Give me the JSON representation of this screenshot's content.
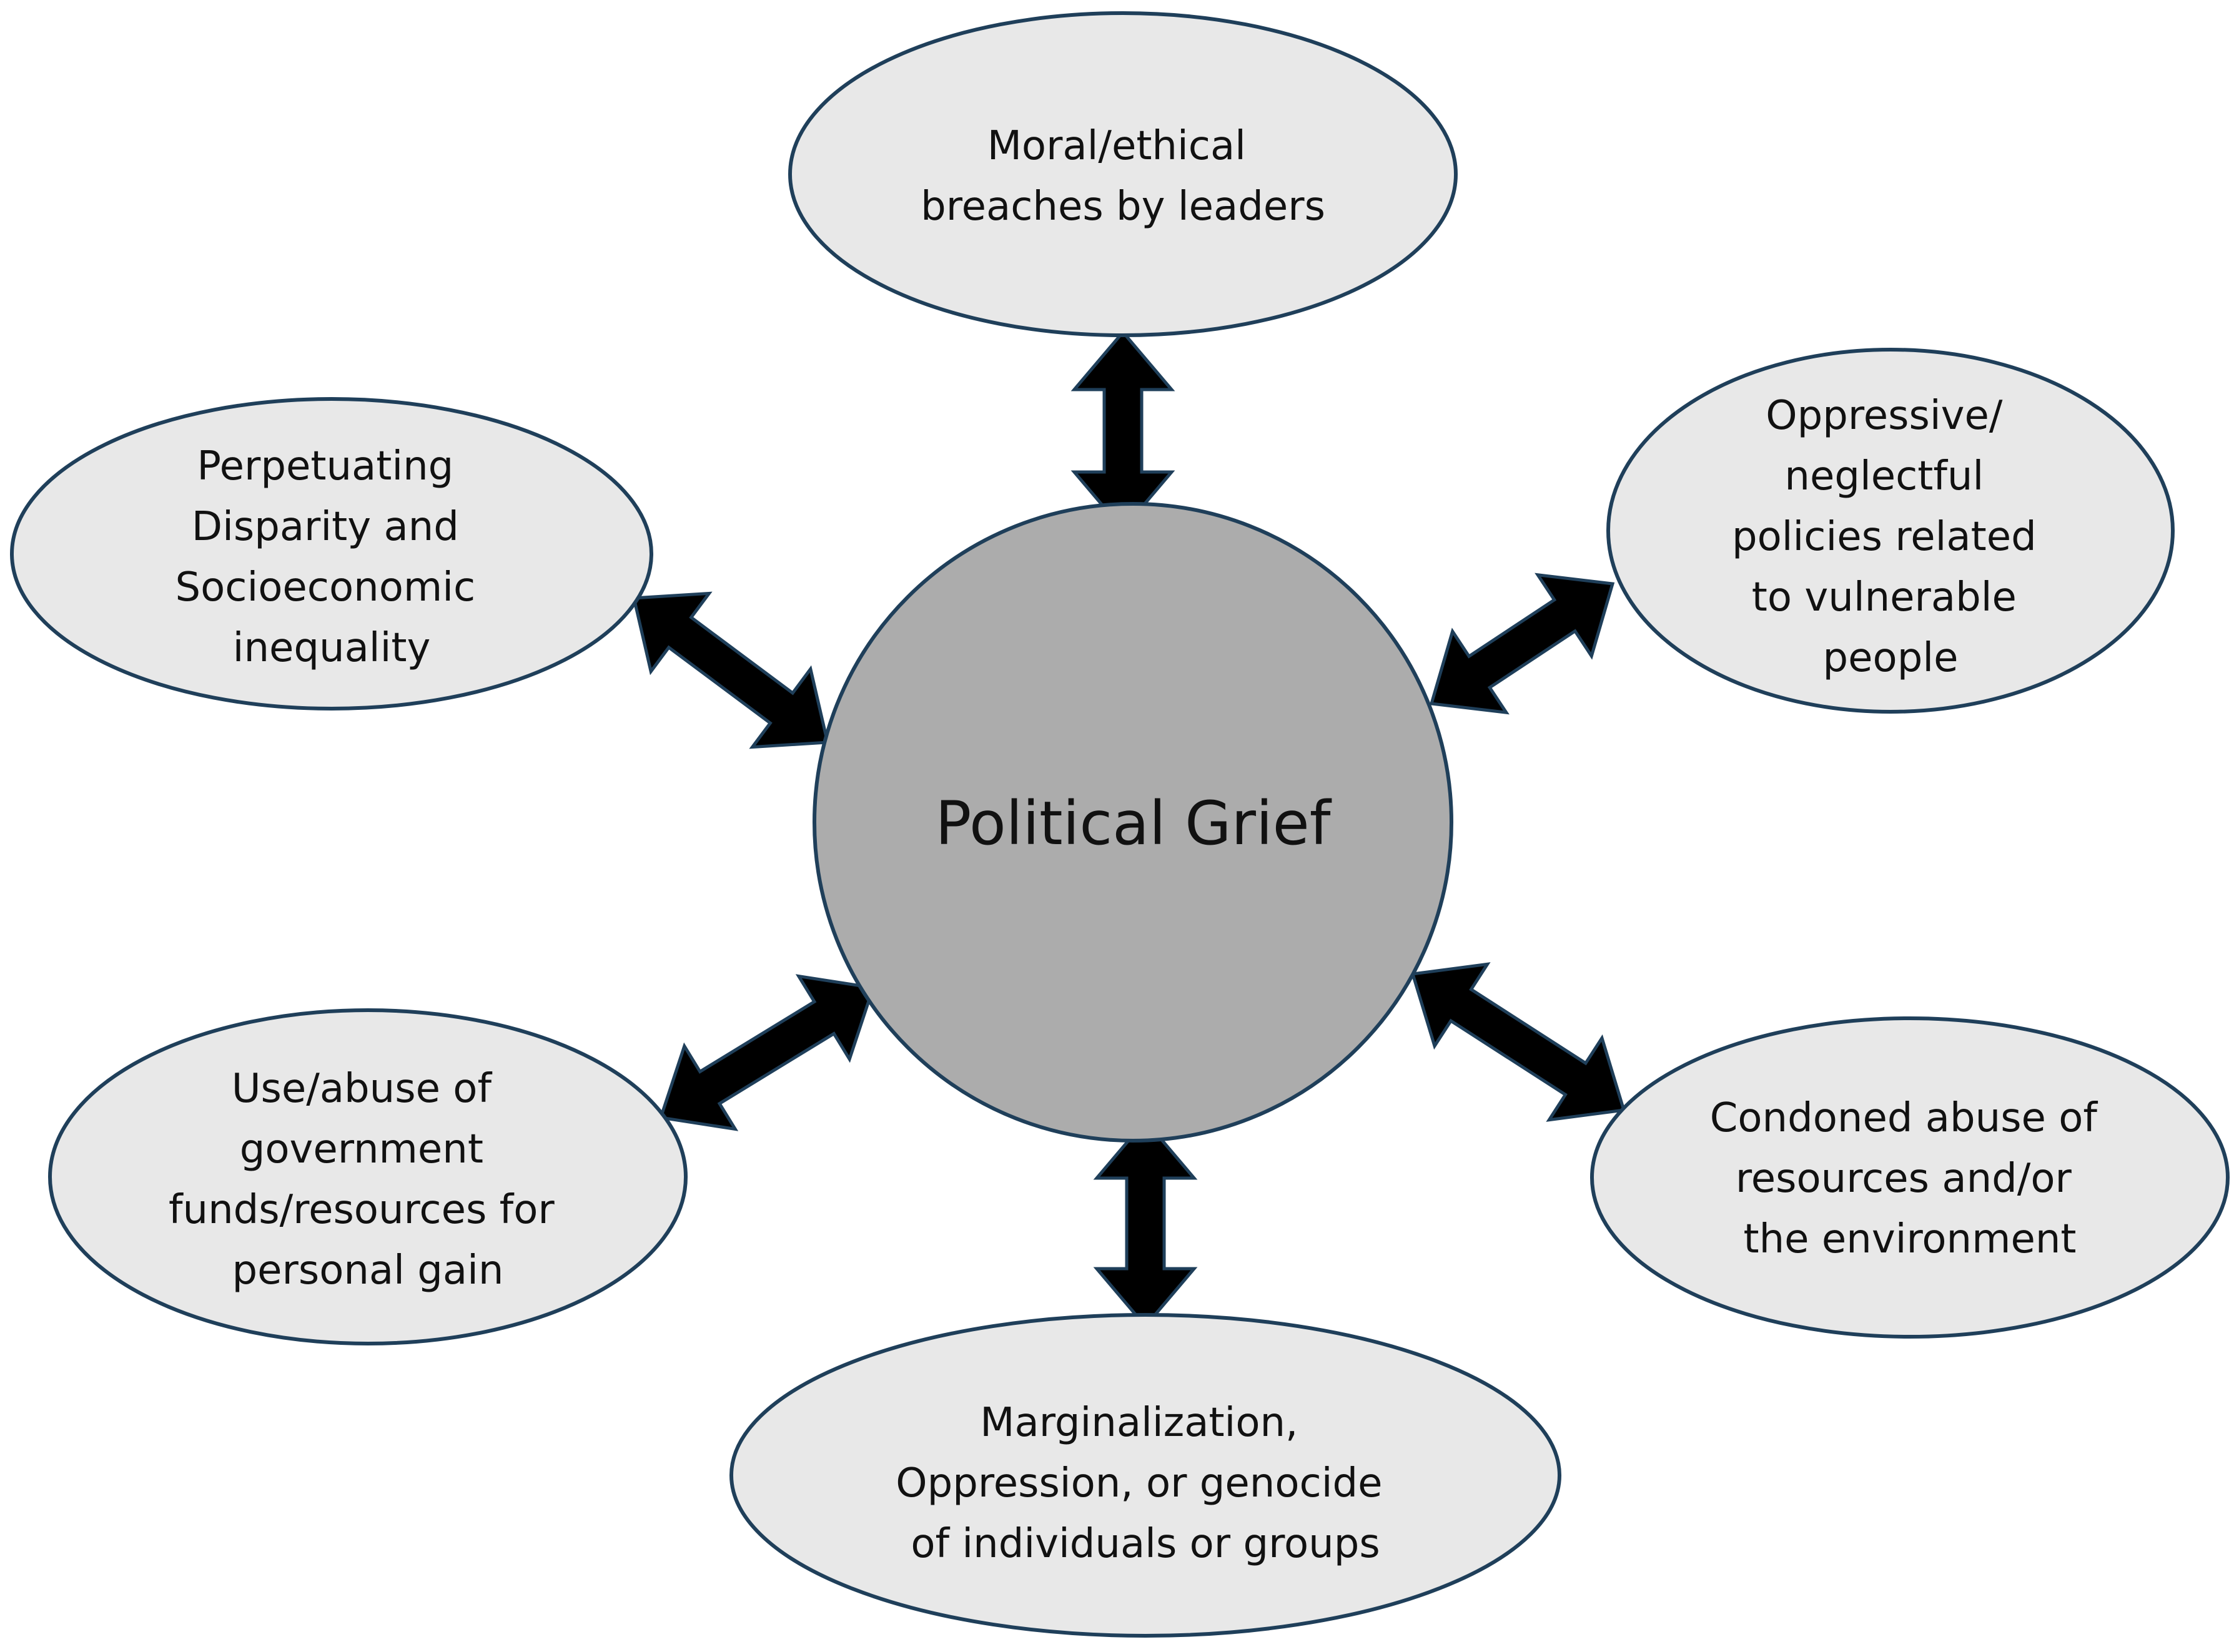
{
  "center": {
    "label": "Political Grief",
    "fill_color": "#acacac"
  },
  "colors": {
    "node_fill": "#e8e8e8",
    "outline": "#1f3f5a",
    "arrow_fill": "#000000"
  },
  "nodes": [
    {
      "lines": [
        "Moral/ethical",
        "breaches by leaders"
      ]
    },
    {
      "lines": [
        "Oppressive/",
        "neglectful",
        "policies related",
        "to vulnerable",
        "people"
      ]
    },
    {
      "lines": [
        "Condoned abuse of",
        "resources and/or",
        "the environment"
      ]
    },
    {
      "lines": [
        "Marginalization,",
        "Oppression, or genocide",
        "of individuals or groups"
      ]
    },
    {
      "lines": [
        "Use/abuse of",
        "government",
        "funds/resources for",
        "personal gain"
      ]
    },
    {
      "lines": [
        "Perpetuating",
        "Disparity and",
        "Socioeconomic",
        "inequality"
      ]
    }
  ],
  "connections": [
    {
      "from": "center",
      "to": "node-0",
      "type": "bidirectional"
    },
    {
      "from": "center",
      "to": "node-1",
      "type": "bidirectional"
    },
    {
      "from": "center",
      "to": "node-2",
      "type": "bidirectional"
    },
    {
      "from": "center",
      "to": "node-3",
      "type": "bidirectional"
    },
    {
      "from": "center",
      "to": "node-4",
      "type": "bidirectional"
    },
    {
      "from": "center",
      "to": "node-5",
      "type": "bidirectional"
    }
  ]
}
